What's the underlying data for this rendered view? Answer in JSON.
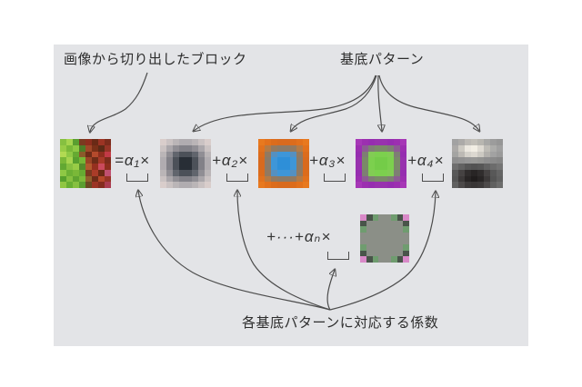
{
  "figure": {
    "outer_bg": "#ffffff",
    "panel_bg": "#e3e4e7",
    "line_color": "#4c4c4c",
    "text_color": "#2d2d2d"
  },
  "labels": {
    "block_label": "画像から切り出したブロック",
    "basis_label": "基底パターン",
    "coefficient_label": "各基底パターンに対応する係数"
  },
  "equation": {
    "term1": "=α₁×",
    "term2": "+α₂×",
    "term3": "+α₃×",
    "term4": "+α₄×",
    "term_n": "+···+αₙ×"
  },
  "patches": {
    "block": {
      "name": "image-block",
      "pixels": [
        [
          "#86c040",
          "#a6d44e",
          "#5a9e30",
          "#7a3a20",
          "#8e2e1e",
          "#6a2a16",
          "#9c3424",
          "#7c2c1c"
        ],
        [
          "#98cc46",
          "#7ab838",
          "#8ec844",
          "#4c7c26",
          "#a04828",
          "#7a3018",
          "#5c2a16",
          "#963426"
        ],
        [
          "#b2da52",
          "#8ec844",
          "#66aa32",
          "#8a5a2a",
          "#6e2c18",
          "#b44a2c",
          "#8e2e1e",
          "#c23a46"
        ],
        [
          "#7ab838",
          "#a6d44e",
          "#58a02e",
          "#76b636",
          "#9a4426",
          "#6e2c18",
          "#a83a28",
          "#7c2c1c"
        ],
        [
          "#62a832",
          "#86c040",
          "#98cc46",
          "#548c2a",
          "#b25a2e",
          "#96301f",
          "#ca4a5c",
          "#8e2e1e"
        ],
        [
          "#8ec844",
          "#6cb034",
          "#7ab838",
          "#66aa32",
          "#7a3a20",
          "#aa3c28",
          "#6a2a16",
          "#c05070"
        ],
        [
          "#56a02c",
          "#86c040",
          "#60a430",
          "#7cba3a",
          "#925e2c",
          "#6e2c18",
          "#b4482a",
          "#963426"
        ],
        [
          "#90c642",
          "#68ae32",
          "#86c040",
          "#5a9e30",
          "#6a4a22",
          "#9c3424",
          "#842c1e",
          "#aa3c50"
        ]
      ]
    },
    "basis1": {
      "name": "basis-dark-blob",
      "pixels": [
        [
          "#d9cdcb",
          "#cac2c2",
          "#bab5b7",
          "#b0acb0",
          "#b0acb0",
          "#bab5b7",
          "#cac2c2",
          "#d9cdcb"
        ],
        [
          "#cac2c2",
          "#aaa6aa",
          "#908e94",
          "#828188",
          "#828188",
          "#908e94",
          "#aaa6aa",
          "#cac2c2"
        ],
        [
          "#bab5b7",
          "#908e94",
          "#61656d",
          "#4c5159",
          "#4c5159",
          "#61656d",
          "#908e94",
          "#bab5b7"
        ],
        [
          "#b0acb0",
          "#828188",
          "#4c5159",
          "#282e36",
          "#282e36",
          "#4c5159",
          "#828188",
          "#b0acb0"
        ],
        [
          "#b0acb0",
          "#828188",
          "#4c5159",
          "#282e36",
          "#282e36",
          "#4c5159",
          "#828188",
          "#b0acb0"
        ],
        [
          "#bab5b7",
          "#908e94",
          "#61656d",
          "#4c5159",
          "#4c5159",
          "#61656d",
          "#908e94",
          "#bab5b7"
        ],
        [
          "#cac2c2",
          "#aaa6aa",
          "#908e94",
          "#828188",
          "#828188",
          "#908e94",
          "#aaa6aa",
          "#cac2c2"
        ],
        [
          "#d9cdcb",
          "#cac2c2",
          "#bab5b7",
          "#b0acb0",
          "#b0acb0",
          "#bab5b7",
          "#cac2c2",
          "#d9cdcb"
        ]
      ]
    },
    "basis2": {
      "name": "basis-orange-blue",
      "pixels": [
        [
          "#e8791f",
          "#e2711d",
          "#dc6c1c",
          "#d86a1e",
          "#d86a1e",
          "#dc6c1c",
          "#e2711d",
          "#e8791f"
        ],
        [
          "#e2711d",
          "#b57a44",
          "#93795f",
          "#8a7a68",
          "#8a7a68",
          "#93795f",
          "#b57a44",
          "#e2711d"
        ],
        [
          "#dc6c1c",
          "#93795f",
          "#5590c0",
          "#3e96d8",
          "#3e96d8",
          "#5590c0",
          "#93795f",
          "#dc6c1c"
        ],
        [
          "#d86a1e",
          "#8a7a68",
          "#3e96d8",
          "#2e8fd8",
          "#2e8fd8",
          "#3e96d8",
          "#8a7a68",
          "#d86a1e"
        ],
        [
          "#d86a1e",
          "#8a7a68",
          "#3e96d8",
          "#2e8fd8",
          "#2e8fd8",
          "#3e96d8",
          "#8a7a68",
          "#d86a1e"
        ],
        [
          "#dc6c1c",
          "#93795f",
          "#5590c0",
          "#3e96d8",
          "#3e96d8",
          "#5590c0",
          "#93795f",
          "#dc6c1c"
        ],
        [
          "#e2711d",
          "#b57a44",
          "#93795f",
          "#8a7a68",
          "#8a7a68",
          "#93795f",
          "#b57a44",
          "#e2711d"
        ],
        [
          "#e8791f",
          "#e2711d",
          "#dc6c1c",
          "#d86a1e",
          "#d86a1e",
          "#dc6c1c",
          "#e2711d",
          "#e8791f"
        ]
      ]
    },
    "basis3": {
      "name": "basis-purple-green",
      "pixels": [
        [
          "#a637b6",
          "#9c2fb0",
          "#962db0",
          "#9832ae",
          "#9832ae",
          "#962db0",
          "#9c2fb0",
          "#a637b6"
        ],
        [
          "#9c2fb0",
          "#8d5a94",
          "#7e7e74",
          "#7a8a68",
          "#7a8a68",
          "#7e7e74",
          "#8d5a94",
          "#9c2fb0"
        ],
        [
          "#962db0",
          "#7e7e74",
          "#82cc54",
          "#7cd04e",
          "#7cd04e",
          "#82cc54",
          "#7e7e74",
          "#962db0"
        ],
        [
          "#9832ae",
          "#7a8a68",
          "#7cd04e",
          "#74cc48",
          "#74cc48",
          "#7cd04e",
          "#7a8a68",
          "#9832ae"
        ],
        [
          "#9832ae",
          "#7a8a68",
          "#7cd04e",
          "#74cc48",
          "#74cc48",
          "#7cd04e",
          "#7a8a68",
          "#9832ae"
        ],
        [
          "#962db0",
          "#7e7e74",
          "#82cc54",
          "#7cd04e",
          "#7cd04e",
          "#82cc54",
          "#7e7e74",
          "#962db0"
        ],
        [
          "#9c2fb0",
          "#8d5a94",
          "#7e7e74",
          "#7a8a68",
          "#7a8a68",
          "#7e7e74",
          "#8d5a94",
          "#9c2fb0"
        ],
        [
          "#a637b6",
          "#9c2fb0",
          "#962db0",
          "#9832ae",
          "#9832ae",
          "#962db0",
          "#9c2fb0",
          "#a637b6"
        ]
      ]
    },
    "basis4": {
      "name": "basis-light-dark-edge",
      "pixels": [
        [
          "#a2a2a2",
          "#acaaa8",
          "#bcb9b4",
          "#c2bfb8",
          "#b8b6b0",
          "#a8a8a6",
          "#9c9c9c",
          "#969696"
        ],
        [
          "#acaaa8",
          "#ccc9c2",
          "#ece8e0",
          "#f2eee4",
          "#dedad2",
          "#bebcb6",
          "#acacaa",
          "#a0a0a0"
        ],
        [
          "#a4a4a2",
          "#bcb9b4",
          "#d4d1ca",
          "#dcd8d0",
          "#ccc9c2",
          "#b2b0ac",
          "#a2a2a2",
          "#9a9a9a"
        ],
        [
          "#8e8e8e",
          "#929292",
          "#969696",
          "#989896",
          "#949492",
          "#8e8e8e",
          "#8a8a8a",
          "#868686"
        ],
        [
          "#6e6e6e",
          "#626262",
          "#565656",
          "#525252",
          "#565656",
          "#626262",
          "#6c6c6c",
          "#747474"
        ],
        [
          "#585858",
          "#454242",
          "#302d2d",
          "#282525",
          "#302d2d",
          "#454242",
          "#585858",
          "#646464"
        ],
        [
          "#545454",
          "#3c3939",
          "#282525",
          "#201d1d",
          "#282525",
          "#3c3939",
          "#545454",
          "#606060"
        ],
        [
          "#606060",
          "#4c4949",
          "#3c3939",
          "#383535",
          "#3c3939",
          "#4c4949",
          "#606060",
          "#6c6c6c"
        ]
      ]
    },
    "basis_n": {
      "name": "basis-gray-pink-corners",
      "pixels": [
        [
          "#d989c8",
          "#49544a",
          "#6f9c6f",
          "#8b8f87",
          "#8b8f87",
          "#6f9c6f",
          "#49544a",
          "#d989c8"
        ],
        [
          "#49544a",
          "#8b8f87",
          "#8b8f87",
          "#8b8f87",
          "#8b8f87",
          "#8b8f87",
          "#8b8f87",
          "#49544a"
        ],
        [
          "#6f9c6f",
          "#8b8f87",
          "#8b8f87",
          "#8b8f87",
          "#8b8f87",
          "#8b8f87",
          "#8b8f87",
          "#6f9c6f"
        ],
        [
          "#8b8f87",
          "#8b8f87",
          "#8b8f87",
          "#8b8f87",
          "#8b8f87",
          "#8b8f87",
          "#8b8f87",
          "#8b8f87"
        ],
        [
          "#8b8f87",
          "#8b8f87",
          "#8b8f87",
          "#8b8f87",
          "#8b8f87",
          "#8b8f87",
          "#8b8f87",
          "#8b8f87"
        ],
        [
          "#6f9c6f",
          "#8b8f87",
          "#8b8f87",
          "#8b8f87",
          "#8b8f87",
          "#8b8f87",
          "#8b8f87",
          "#6f9c6f"
        ],
        [
          "#49544a",
          "#8b8f87",
          "#8b8f87",
          "#8b8f87",
          "#8b8f87",
          "#8b8f87",
          "#8b8f87",
          "#49544a"
        ],
        [
          "#d989c8",
          "#49544a",
          "#6f9c6f",
          "#8b8f87",
          "#8b8f87",
          "#6f9c6f",
          "#49544a",
          "#d989c8"
        ]
      ]
    }
  }
}
